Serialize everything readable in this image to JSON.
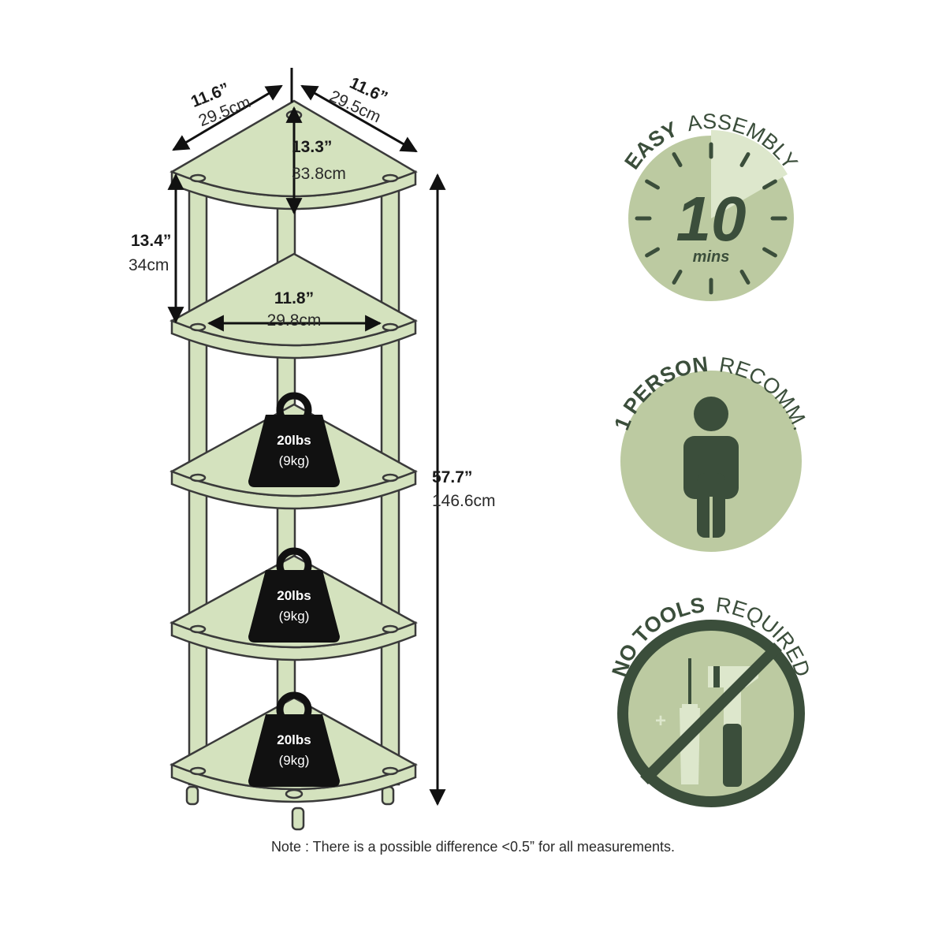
{
  "colors": {
    "shelf_fill": "#d4e2be",
    "outline": "#3a3a3a",
    "badge_fill": "#bccaa1",
    "badge_dark": "#3b4e3b",
    "badge_highlight": "#dde7cc",
    "weight_fill": "#111111"
  },
  "dimensions": {
    "side_left": {
      "imperial": "11.6”",
      "metric": "29.5cm"
    },
    "side_right": {
      "imperial": "11.6”",
      "metric": "29.5cm"
    },
    "depth": {
      "imperial": "13.3”",
      "metric": "33.8cm"
    },
    "shelf_gap": {
      "imperial": "13.4”",
      "metric": "34cm"
    },
    "inner_width": {
      "imperial": "11.8”",
      "metric": "29.8cm"
    },
    "total_height": {
      "imperial": "57.7”",
      "metric": "146.6cm"
    }
  },
  "weights": [
    {
      "lbs": "20lbs",
      "kg": "(9kg)"
    },
    {
      "lbs": "20lbs",
      "kg": "(9kg)"
    },
    {
      "lbs": "20lbs",
      "kg": "(9kg)"
    }
  ],
  "badges": {
    "assembly": {
      "bold": "EASY",
      "light": "ASSEMBLY",
      "number": "10",
      "unit": "mins",
      "icon": "clock-icon"
    },
    "person": {
      "bold": "1 PERSON",
      "light": "RECOMM.",
      "icon": "person-icon"
    },
    "tools": {
      "bold": "NO TOOLS",
      "light": "REQUIRED",
      "icon": "no-tools-icon"
    }
  },
  "note": "Note : There is a possible difference <0.5” for all measurements."
}
